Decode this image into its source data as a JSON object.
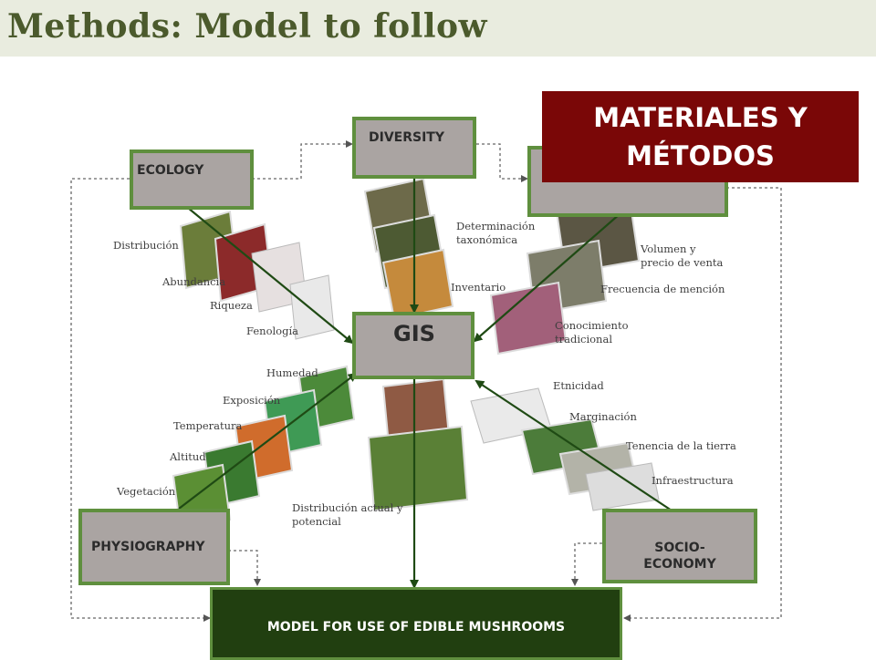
{
  "header": {
    "title": "Methods: Model to follow"
  },
  "boxes": {
    "ecology": "ECOLOGY",
    "diversity": "DIVERSITY",
    "gis": "GIS",
    "physiography": "PHYSIOGRAPHY",
    "socio_economy": "SOCIO-\nECONOMY",
    "model": "MODEL FOR USE OF EDIBLE MUSHROOMS"
  },
  "overlay": {
    "materiales_metodos": "MATERIALES Y\nMÉTODOS"
  },
  "labels": {
    "distribucion": "Distribución",
    "abundancia": "Abundancia",
    "riqueza": "Riqueza",
    "fenologia": "Fenología",
    "determinacion": "Determinación\ntaxonómica",
    "inventario": "Inventario",
    "volumen": "Volumen y\nprecio de venta",
    "frecuencia": "Frecuencia de mención",
    "conocimiento": "Conocimiento\ntradicional",
    "humedad": "Humedad",
    "exposicion": "Exposición",
    "temperatura": "Temperatura",
    "altitud": "Altitud",
    "vegetacion": "Vegetación",
    "distribucion_actual": "Distribución actual y\npotencial",
    "etnicidad": "Etnicidad",
    "marginacion": "Marginación",
    "tenencia": "Tenencia de la tierra",
    "infraestructura": "Infraestructura"
  },
  "colors": {
    "title_text": "#4b5a2c",
    "title_bar": "#e9ecdf",
    "box_fill": "#aaa4a2",
    "box_border": "#5f8f3e",
    "arrow": "#1f4a14",
    "model_fill": "#213f10",
    "overlay_fill": "#7a0707"
  }
}
